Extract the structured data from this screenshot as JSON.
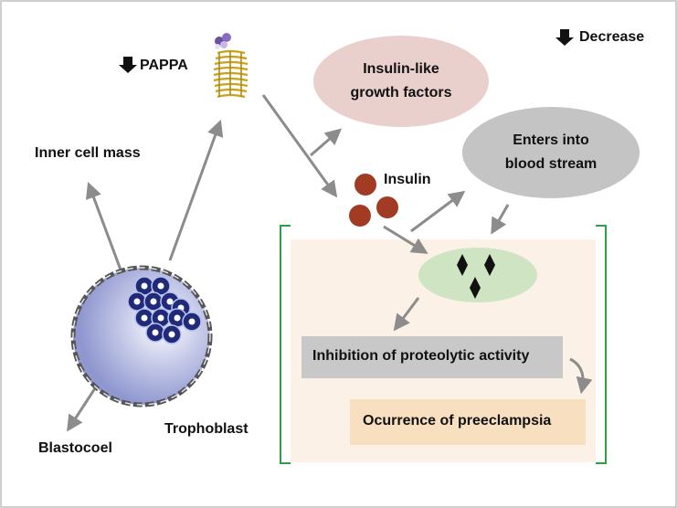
{
  "legend": {
    "decrease_label": "Decrease",
    "arrow_icon": "down-arrow-icon"
  },
  "labels": {
    "pappa": "PAPPA",
    "inner_cell_mass": "Inner cell mass",
    "blastocoel": "Blastocoel",
    "trophoblast": "Trophoblast",
    "insulin": "Insulin"
  },
  "nodes": {
    "igf": "Insulin-like growth factors",
    "blood": "Enters into blood stream",
    "inhibition": "Inhibition of proteolytic activity",
    "preeclampsia": "Ocurrence of preeclampsia"
  },
  "colors": {
    "igf_fill": "#ead0cc",
    "blood_fill": "#c4c4c4",
    "panel_fill": "#fbf1e6",
    "bracket": "#2ea043",
    "target_fill": "#cfe4c3",
    "inhibition_fill": "#c8c8c8",
    "preeclampsia_fill": "#f7dfc0",
    "insulin_dot": "#a23b24",
    "arrow": "#8c8c8c",
    "cell_fill": "#9aa4d6",
    "nucleus": "#1f2a78"
  }
}
